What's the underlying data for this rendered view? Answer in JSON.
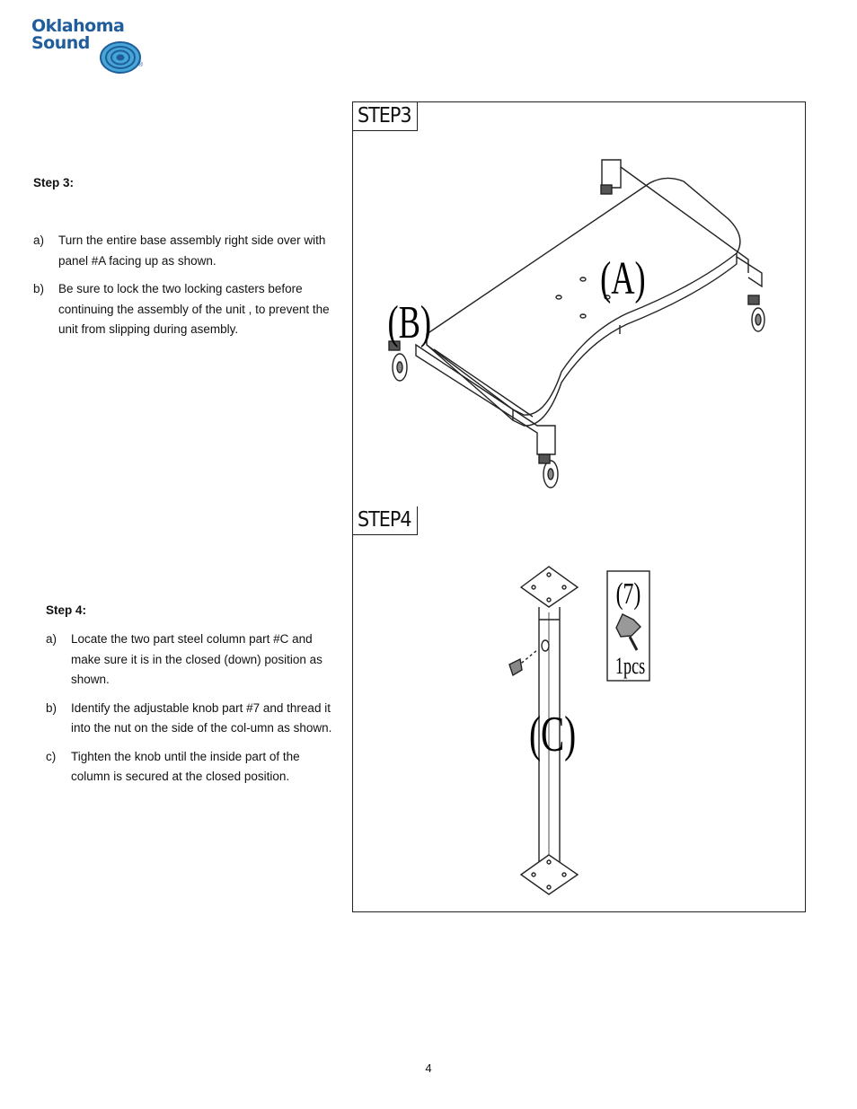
{
  "brand": {
    "name_line1": "Oklahoma",
    "name_line2": "Sound",
    "registered_mark": "®",
    "color": "#1f5d9c",
    "accent": "#46a6d6"
  },
  "step3": {
    "heading": "Step 3:",
    "items": [
      {
        "marker": "a)",
        "text": "Turn the entire base assembly right side over with panel #A facing up as shown."
      },
      {
        "marker": "b)",
        "text": "Be sure to lock the two locking casters before continuing the assembly of the unit , to prevent the unit from slipping during asembly."
      }
    ],
    "figure": {
      "label": "STEP3",
      "part_a": "(A)",
      "part_b": "(B)"
    }
  },
  "step4": {
    "heading": "Step 4:",
    "items": [
      {
        "marker": "a)",
        "text": "Locate the two part steel column part #C and make sure it is  in  the closed (down) position as shown."
      },
      {
        "marker": "b)",
        "text": "Identify the adjustable knob part #7 and thread  it into the nut on the side of the col-umn as shown."
      },
      {
        "marker": "c)",
        "text": "Tighten the knob until the inside  part of the column is secured at the closed position."
      }
    ],
    "figure": {
      "label": "STEP4",
      "part_c": "(C)",
      "part_7": "(7)",
      "part_7_qty": "1pcs"
    }
  },
  "page_number": "4"
}
